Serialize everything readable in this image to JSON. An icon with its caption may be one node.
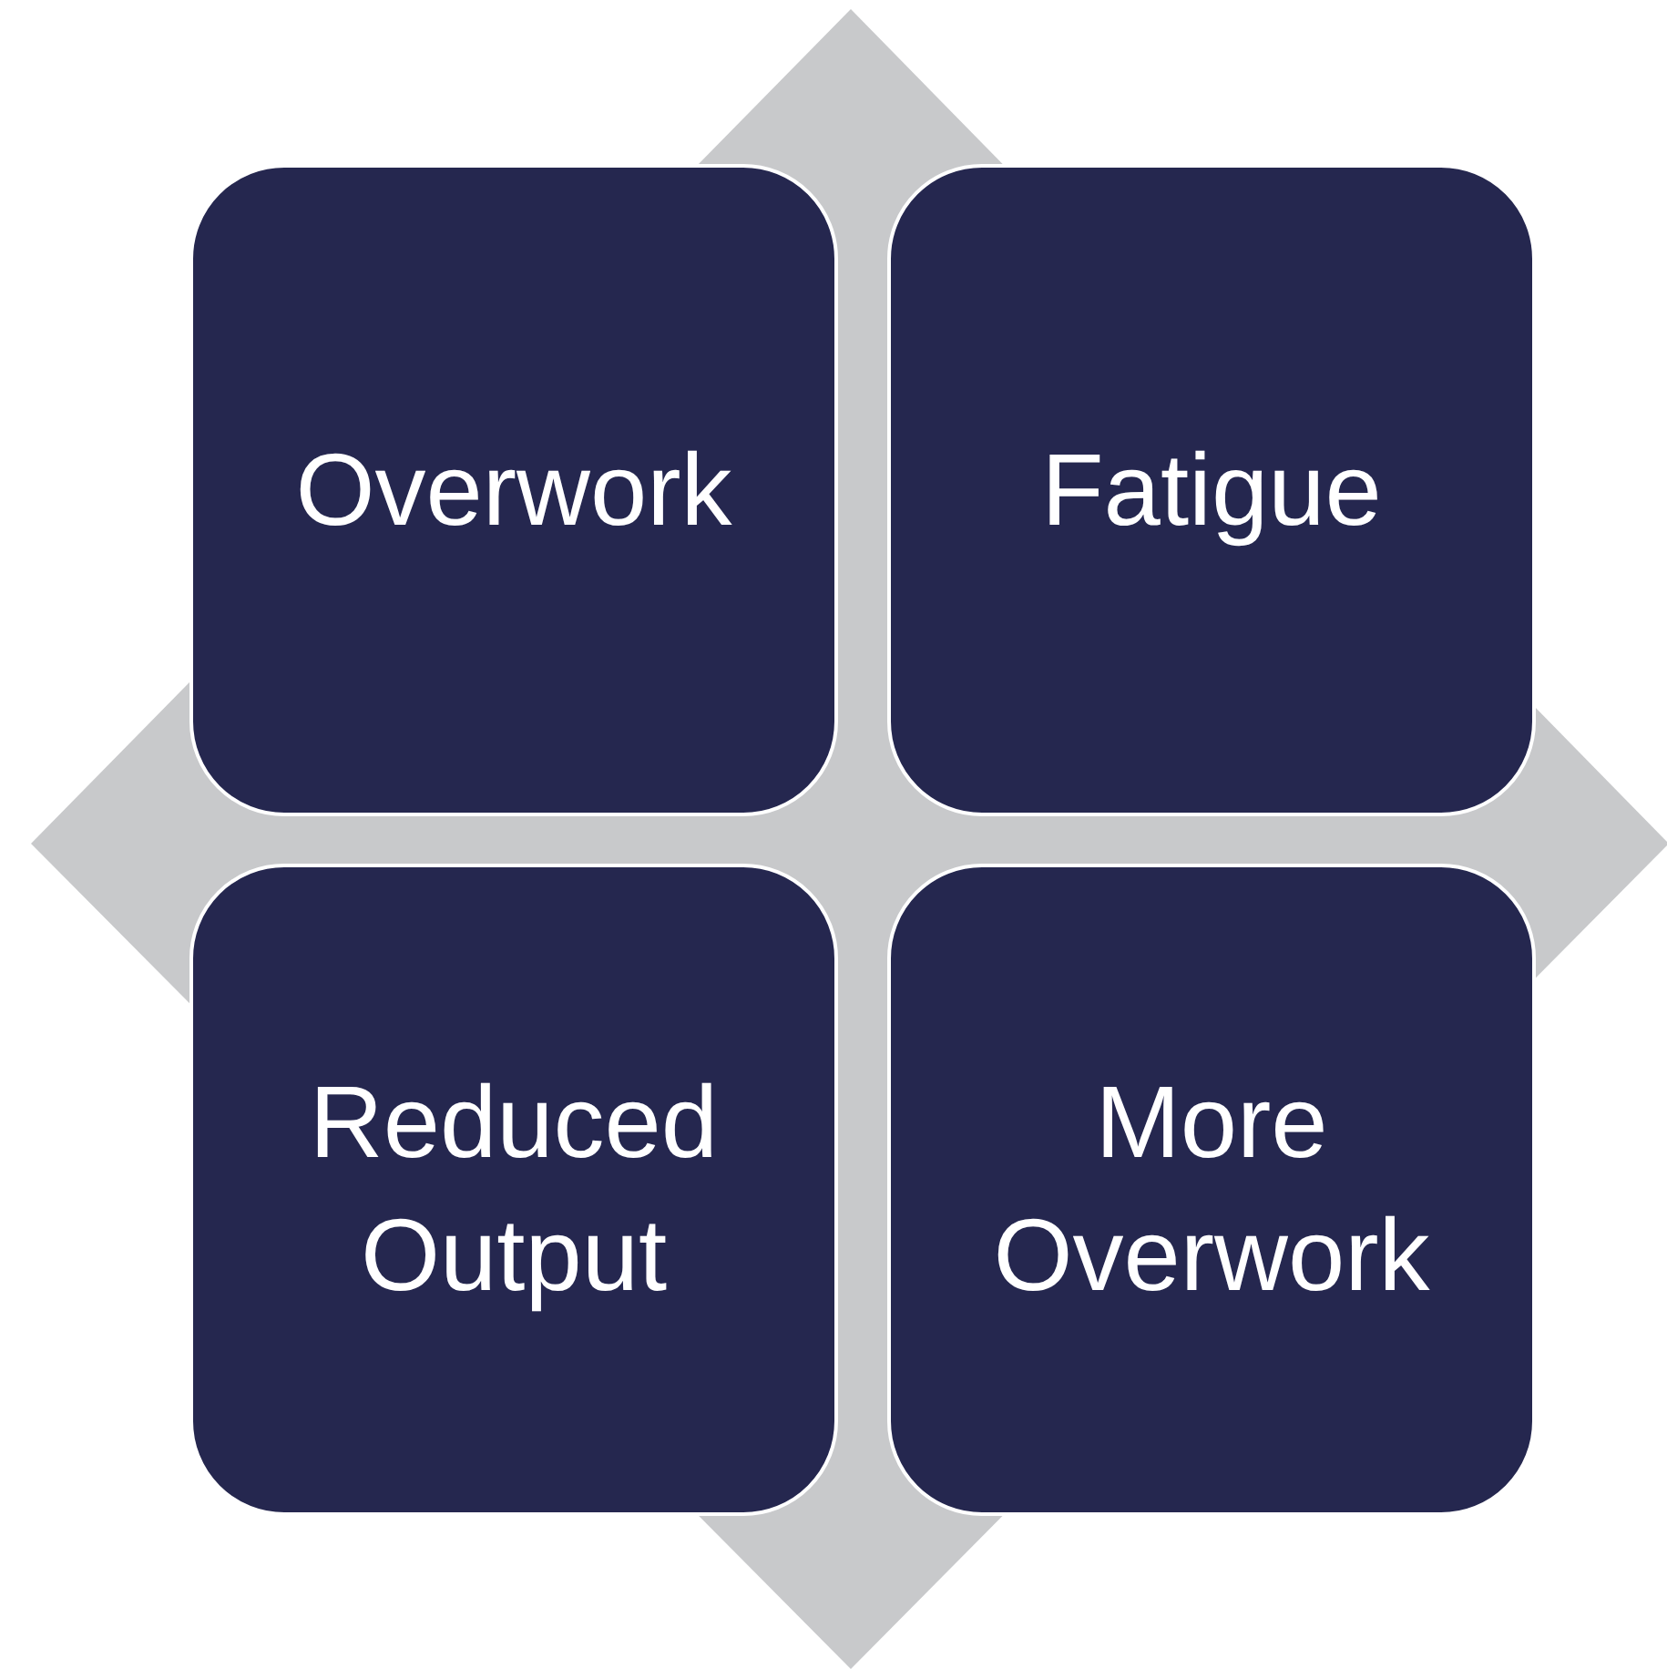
{
  "diagram": {
    "nodes": [
      {
        "text": [
          "Overwork"
        ]
      },
      {
        "text": [
          "Fatigue"
        ]
      },
      {
        "text": [
          "Reduced Output"
        ]
      },
      {
        "text": [
          "More Overwork"
        ]
      }
    ]
  }
}
